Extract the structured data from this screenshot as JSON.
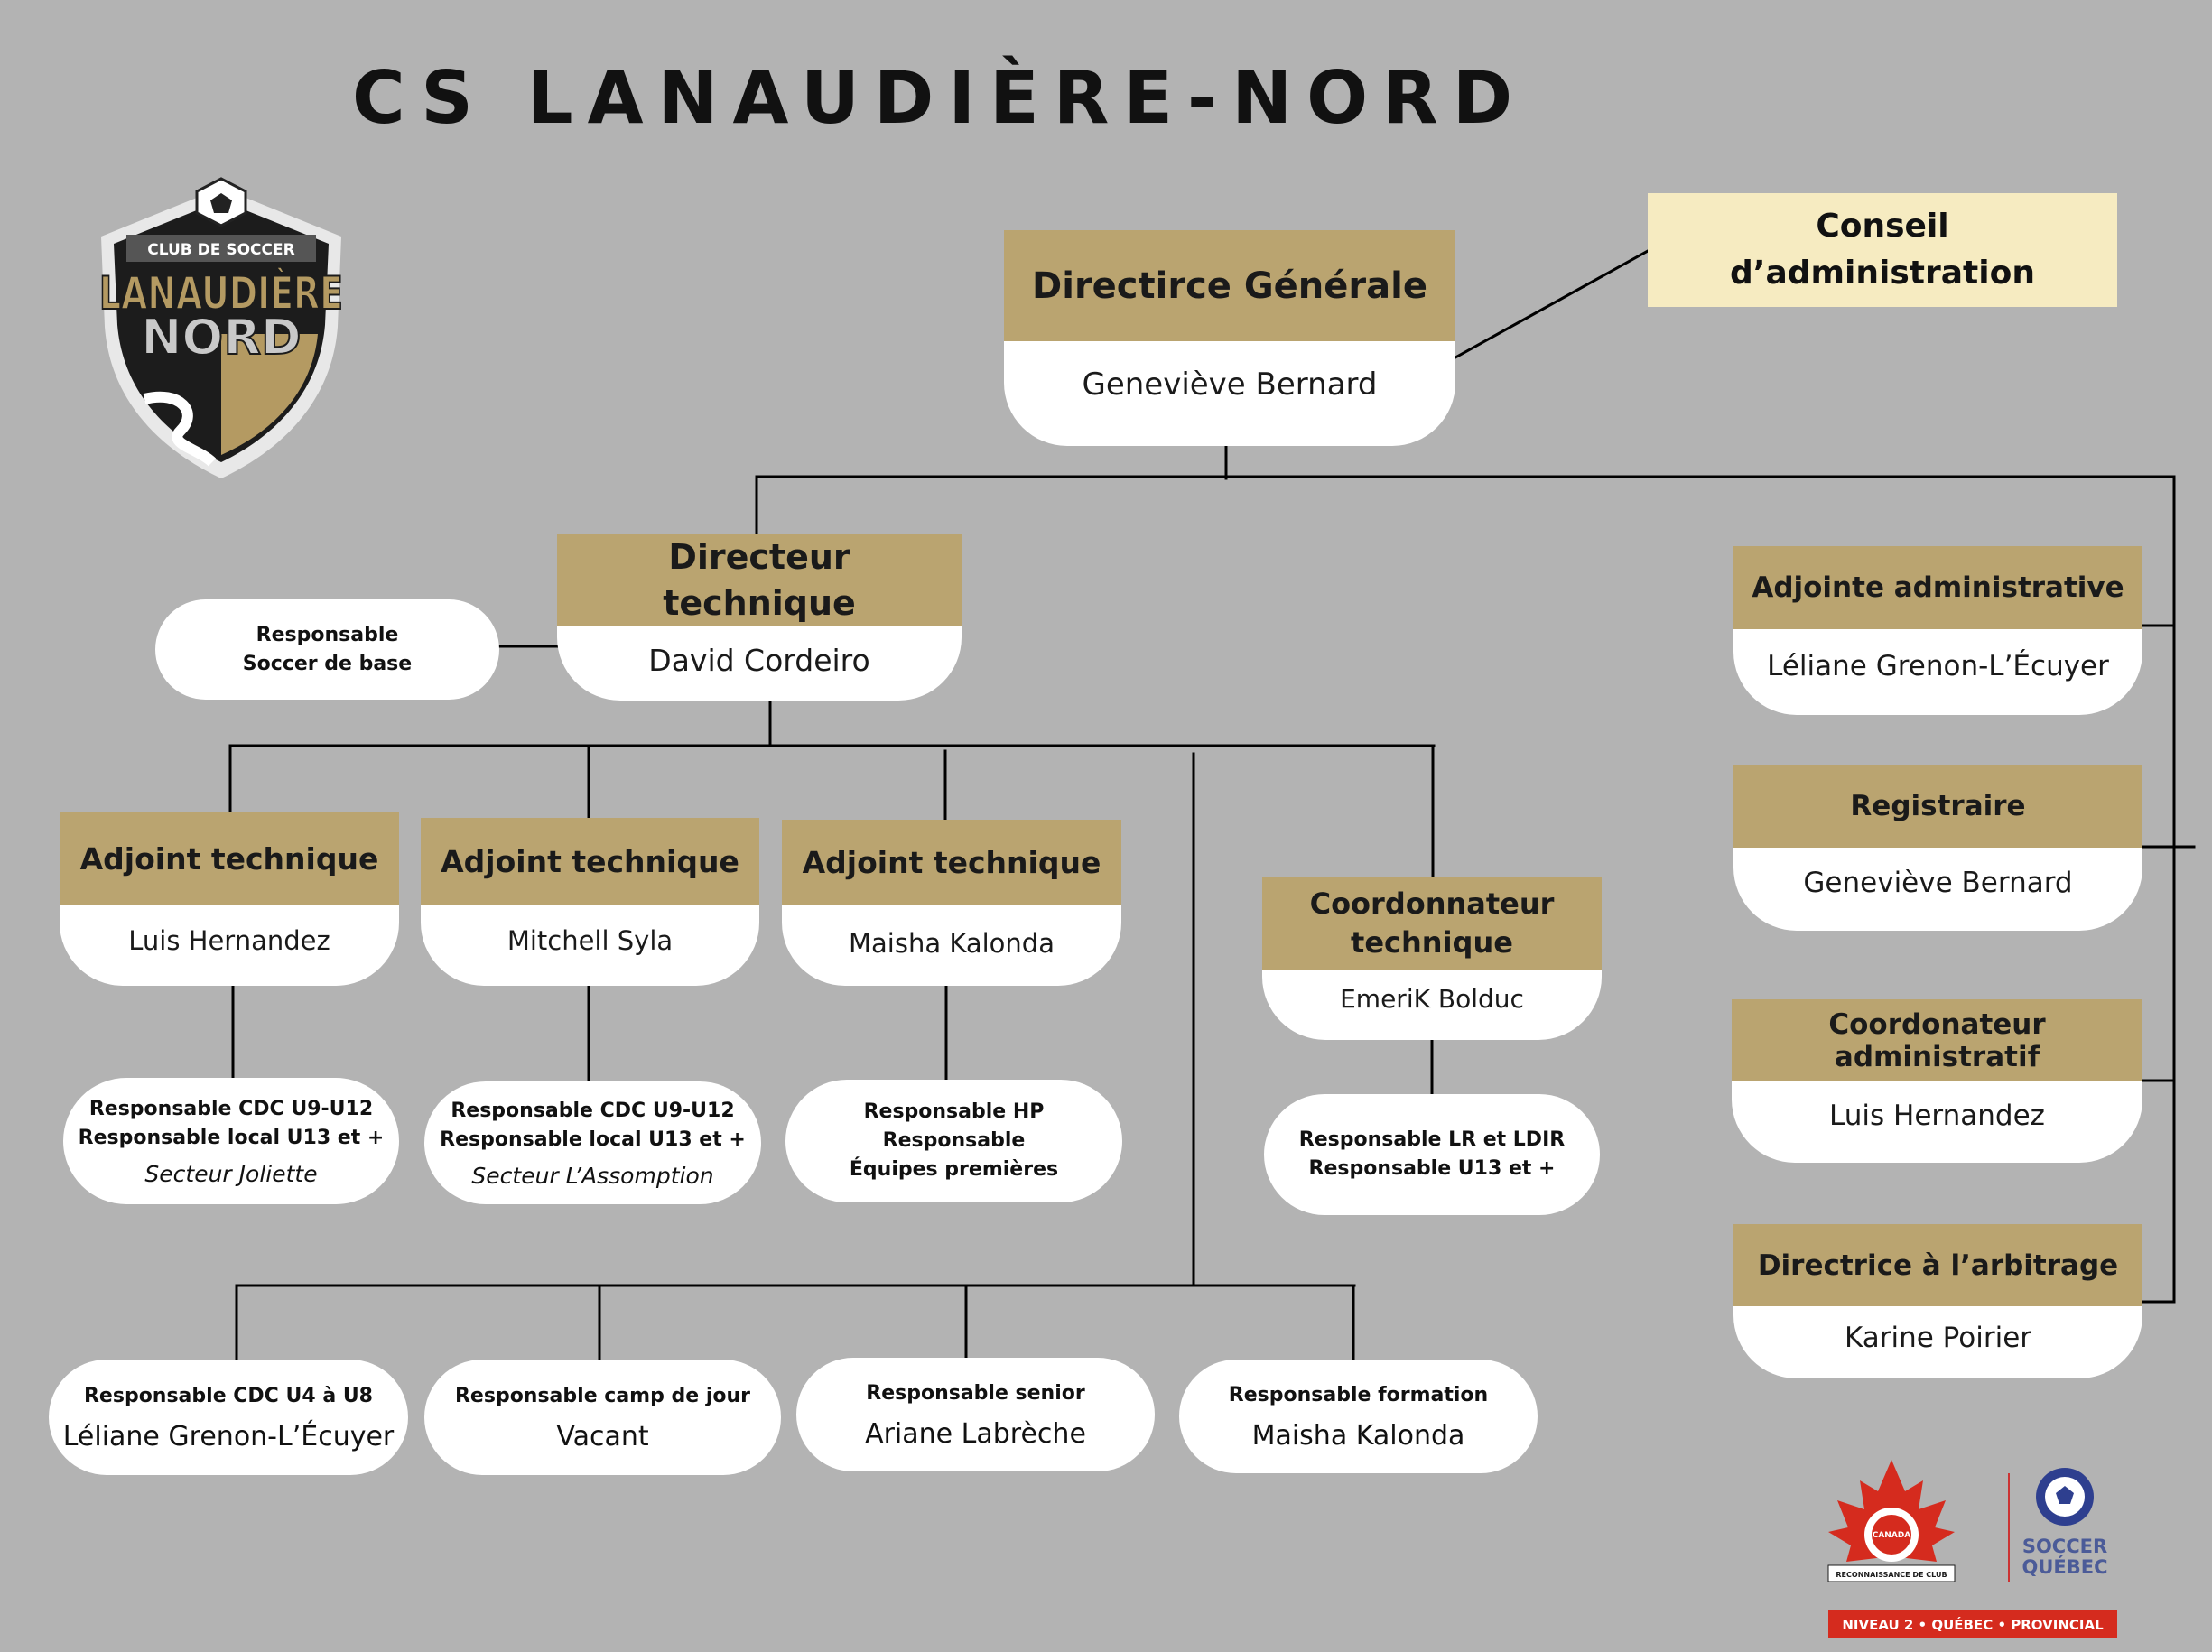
{
  "title": "CS LANAUDIÈRE-NORD",
  "colors": {
    "background": "#b3b3b3",
    "header": "#baa470",
    "card": "#ffffff",
    "board": "#f6ebc1",
    "line": "#000000"
  },
  "club_logo": {
    "top_text": "CLUB DE SOCCER",
    "name_line1": "LANAUDIÈRE",
    "name_line2": "NORD"
  },
  "conseil": {
    "line1": "Conseil",
    "line2": "d’administration"
  },
  "dg": {
    "title": "Directirce Générale",
    "name": "Geneviève Bernard"
  },
  "dt": {
    "title_line1": "Directeur",
    "title_line2": "technique",
    "name": "David Cordeiro"
  },
  "soccer_base": {
    "line1": "Responsable",
    "line2": "Soccer de base"
  },
  "adjoints": [
    {
      "title": "Adjoint technique",
      "name": "Luis Hernandez"
    },
    {
      "title": "Adjoint technique",
      "name": "Mitchell Syla"
    },
    {
      "title": "Adjoint technique",
      "name": "Maisha Kalonda"
    }
  ],
  "coord_tech": {
    "title_line1": "Coordonnateur",
    "title_line2": "technique",
    "name": "EmeriK Bolduc"
  },
  "sub_roles": [
    {
      "line1": "Responsable CDC U9-U12",
      "line2": "Responsable local U13 et +",
      "sector": "Secteur Joliette"
    },
    {
      "line1": "Responsable CDC U9-U12",
      "line2": "Responsable local U13 et +",
      "sector": "Secteur L’Assomption"
    },
    {
      "line1": "Responsable HP",
      "line2": "Responsable",
      "line3": "Équipes premières"
    },
    {
      "line1": "Responsable LR et LDIR",
      "line2": "Responsable U13 et +"
    }
  ],
  "bottom_roles": [
    {
      "role": "Responsable CDC U4 à U8",
      "name": "Léliane Grenon-L’Écuyer"
    },
    {
      "role": "Responsable camp de jour",
      "name": "Vacant"
    },
    {
      "role": "Responsable senior",
      "name": "Ariane Labrèche"
    },
    {
      "role": "Responsable formation",
      "name": "Maisha Kalonda"
    }
  ],
  "admin": [
    {
      "title": "Adjointe administrative",
      "name": "Léliane Grenon-L’Écuyer"
    },
    {
      "title": "Registraire",
      "name": "Geneviève Bernard"
    },
    {
      "title": "Coordonateur administratif",
      "name": "Luis Hernandez"
    },
    {
      "title": "Directrice à l’arbitrage",
      "name": "Karine Poirier"
    }
  ],
  "recognition_badge": {
    "canada": "CANADA",
    "ribbon": "RECONNAISSANCE DE CLUB",
    "sq_line1": "SOCCER",
    "sq_line2": "QUÉBEC",
    "banner": "NIVEAU 2 • QUÉBEC • PROVINCIAL"
  }
}
